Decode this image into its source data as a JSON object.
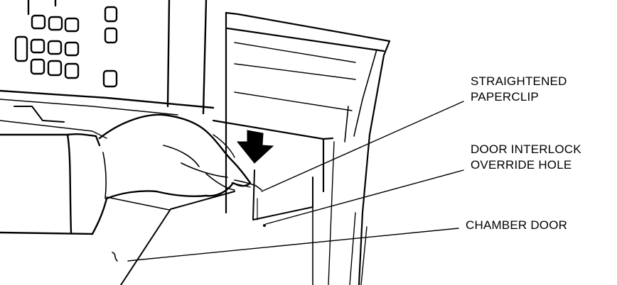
{
  "callouts": {
    "paperclip": {
      "line1": "STRAIGHTENED",
      "line2": "PAPERCLIP"
    },
    "interlock": {
      "line1": "DOOR INTERLOCK",
      "line2": "OVERRIDE HOLE"
    },
    "chamber": {
      "line1": "CHAMBER DOOR"
    }
  },
  "colors": {
    "ink": "#000000",
    "paper": "#ffffff"
  }
}
